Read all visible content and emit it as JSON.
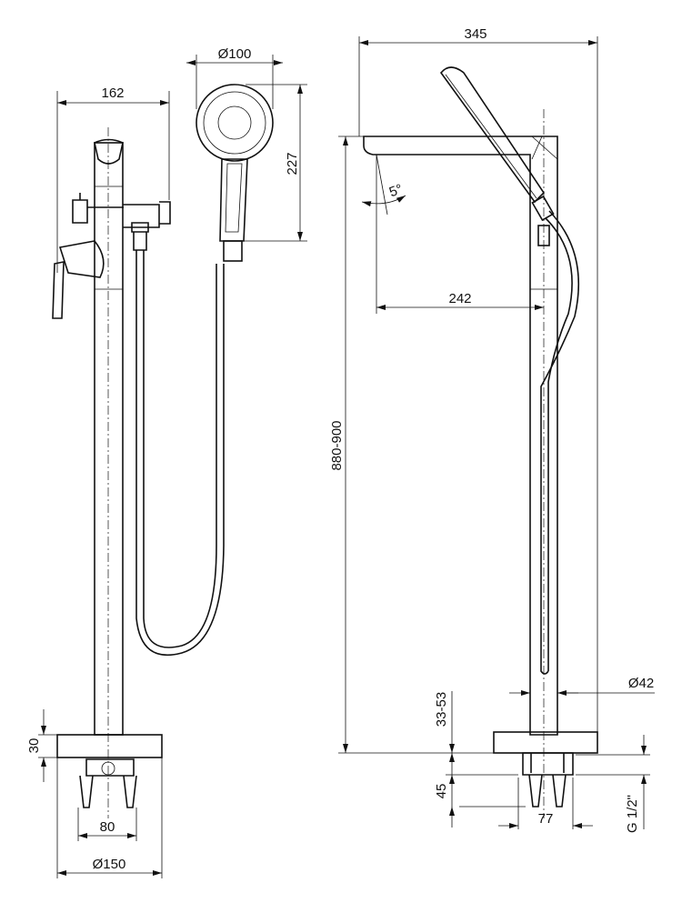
{
  "drawing": {
    "front_view": {
      "width_162": "162",
      "head_diameter": "Ø100",
      "handset_length": "227",
      "base_height": "30",
      "connection_spacing": "80",
      "base_diameter": "Ø150"
    },
    "side_view": {
      "depth_345": "345",
      "spout_angle": "5°",
      "reach_242": "242",
      "height_range": "880-900",
      "column_diameter": "Ø42",
      "floor_adjust": "33-53",
      "connection_depth": "45",
      "connection_width": "77",
      "thread": "G 1/2\""
    }
  }
}
